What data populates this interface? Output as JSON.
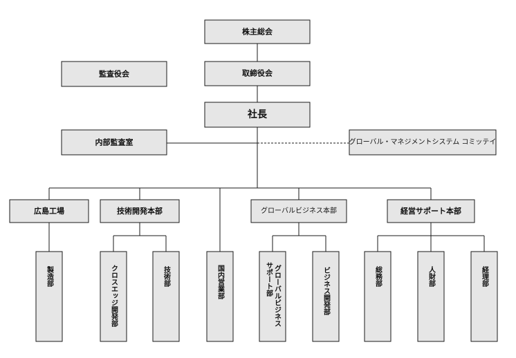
{
  "org": {
    "shareholders": "株主総会",
    "auditors": "監査役会",
    "board": "取締役会",
    "president": "社長",
    "internal_audit": "内部監査室",
    "global_mgmt_committee": "グローバル・マネジメントシステム コミッテイ",
    "hiroshima_plant": "広島工場",
    "tech_dev_hq": "技術開発本部",
    "global_biz_hq": "グローバルビジネス本部",
    "mgmt_support_hq": "経営サポート本部",
    "manufacturing": "製造部",
    "cross_edge": "クロスエッジ開発部",
    "technical": "技術部",
    "domestic_sales": "国内営業部",
    "global_biz_support_1": "グローバルビジネス",
    "global_biz_support_2": "サポート部",
    "biz_dev": "ビジネス開発部",
    "general_affairs": "総務部",
    "human_resources": "人財部",
    "accounting": "経理部"
  }
}
